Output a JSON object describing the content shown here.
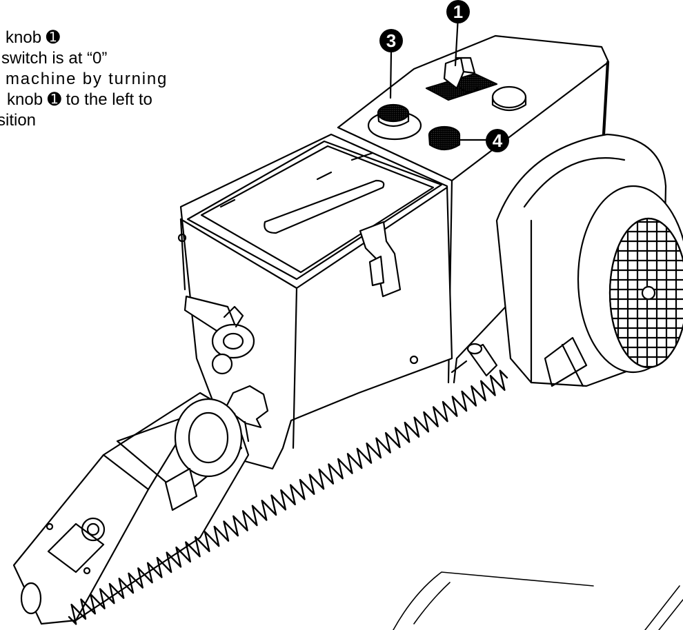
{
  "instructions": {
    "lines": [
      "knob ➊",
      "switch is at “0”",
      "machine by turning",
      "knob ➊ to the left to",
      "sition"
    ]
  },
  "callouts": {
    "c1": "1",
    "c3": "3",
    "c4": "4"
  },
  "colors": {
    "ink": "#000000",
    "paper": "#ffffff",
    "shade": "#7a7a7a"
  }
}
